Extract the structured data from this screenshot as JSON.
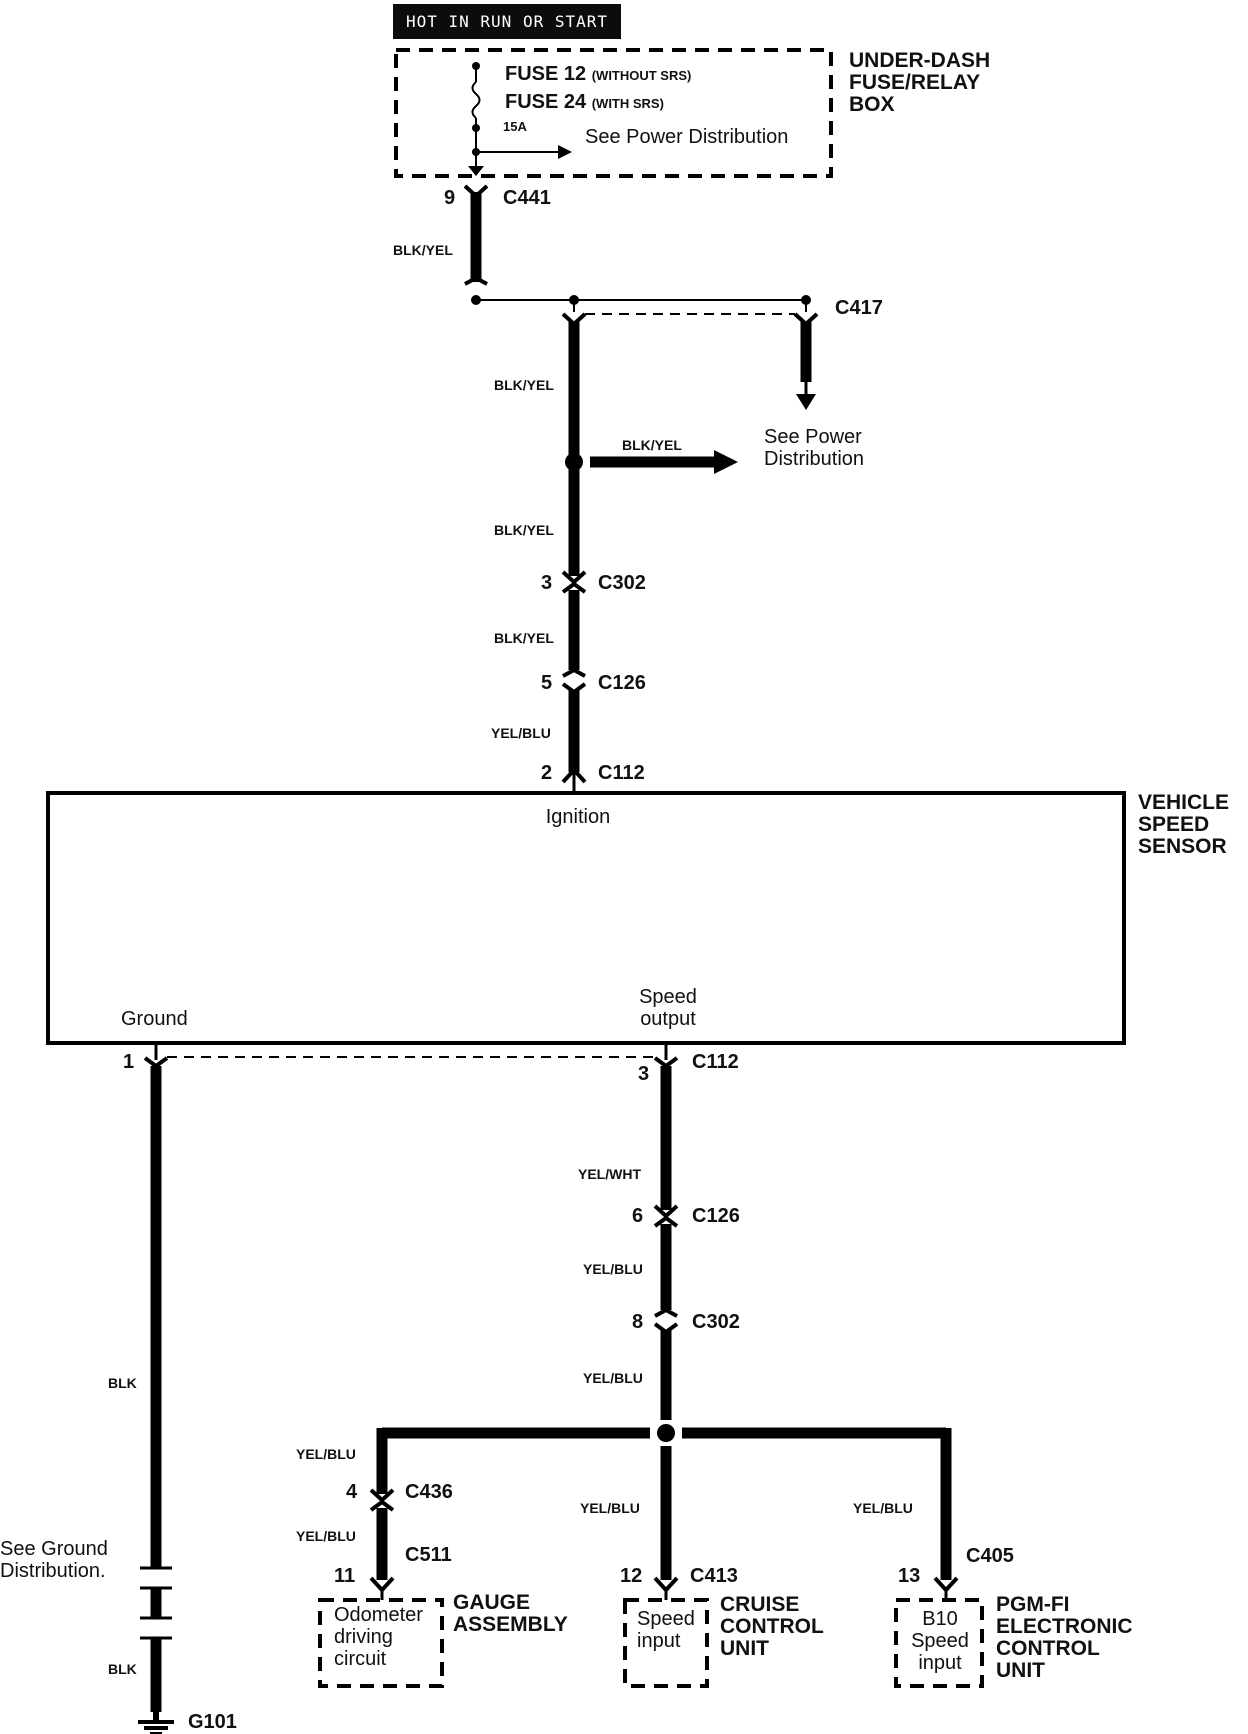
{
  "header": "HOT IN RUN OR START",
  "fuse_box": {
    "name_lines": [
      "UNDER-DASH",
      "FUSE/RELAY",
      "BOX"
    ],
    "fuse_a": "FUSE 12",
    "fuse_a_note": "(WITHOUT SRS)",
    "fuse_b": "FUSE 24",
    "fuse_b_note": "(WITH SRS)",
    "rating": "15A",
    "see_power": "See Power Distribution"
  },
  "connectors": {
    "c441": {
      "id": "C441",
      "pin": "9"
    },
    "c417": {
      "id": "C417"
    },
    "c302_top": {
      "id": "C302",
      "pin": "3"
    },
    "c126_top": {
      "id": "C126",
      "pin": "5"
    },
    "c112_top": {
      "id": "C112",
      "pin": "2"
    },
    "c112_bottom": {
      "id": "C112",
      "pin": "3"
    },
    "c126_bottom": {
      "id": "C126",
      "pin": "6"
    },
    "c302_bottom": {
      "id": "C302",
      "pin": "8"
    },
    "c436": {
      "id": "C436",
      "pin": "4"
    },
    "c511": {
      "id": "C511",
      "pin": "11"
    },
    "c413": {
      "id": "C413",
      "pin": "12"
    },
    "c405": {
      "id": "C405",
      "pin": "13"
    },
    "ground_pin": {
      "pin": "1"
    },
    "g101": {
      "id": "G101"
    }
  },
  "wires": {
    "w1": "BLK/YEL",
    "w2": "BLK/YEL",
    "w3": "BLK/YEL",
    "w4": "BLK/YEL",
    "w5": "BLK/YEL",
    "w6": "YEL/BLU",
    "w7": "YEL/WHT",
    "w8": "YEL/BLU",
    "w9": "YEL/BLU",
    "w10": "YEL/BLU",
    "w11": "YEL/BLU",
    "w12": "YEL/BLU",
    "w13": "YEL/BLU",
    "g1": "BLK",
    "g2": "BLK"
  },
  "see_power_2": [
    "See Power",
    "Distribution"
  ],
  "see_ground": [
    "See Ground",
    "Distribution."
  ],
  "sensor": {
    "name_lines": [
      "VEHICLE",
      "SPEED",
      "SENSOR"
    ],
    "ignition": "Ignition",
    "ground": "Ground",
    "speed_output": [
      "Speed",
      "output"
    ]
  },
  "gauge": {
    "name_lines": [
      "GAUGE",
      "ASSEMBLY"
    ],
    "terminal": [
      "Odometer",
      "driving",
      "circuit"
    ]
  },
  "cruise": {
    "name_lines": [
      "CRUISE",
      "CONTROL",
      "UNIT"
    ],
    "terminal": [
      "Speed",
      "input"
    ]
  },
  "pgm": {
    "name_lines": [
      "PGM-FI",
      "ELECTRONIC",
      "CONTROL",
      "UNIT"
    ],
    "terminal": [
      "B10",
      "Speed",
      "input"
    ]
  }
}
